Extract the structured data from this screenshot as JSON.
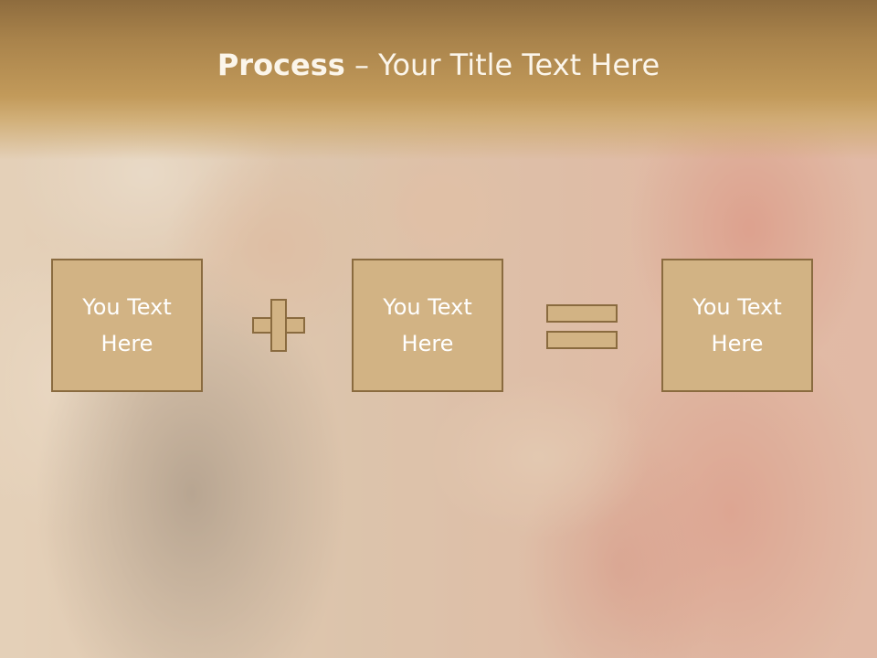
{
  "slide": {
    "title_bold": "Process",
    "title_rest": " – Your Title Text Here"
  },
  "process": {
    "boxes": [
      {
        "line1": "You Text",
        "line2": "Here"
      },
      {
        "line1": "You Text",
        "line2": "Here"
      },
      {
        "line1": "You Text",
        "line2": "Here"
      }
    ],
    "operators": [
      "plus-icon",
      "equals-icon"
    ]
  },
  "colors": {
    "title_band": "#a9834b",
    "box_fill": "#d2b384",
    "box_border": "#8a6b3f",
    "text": "#ffffff"
  }
}
